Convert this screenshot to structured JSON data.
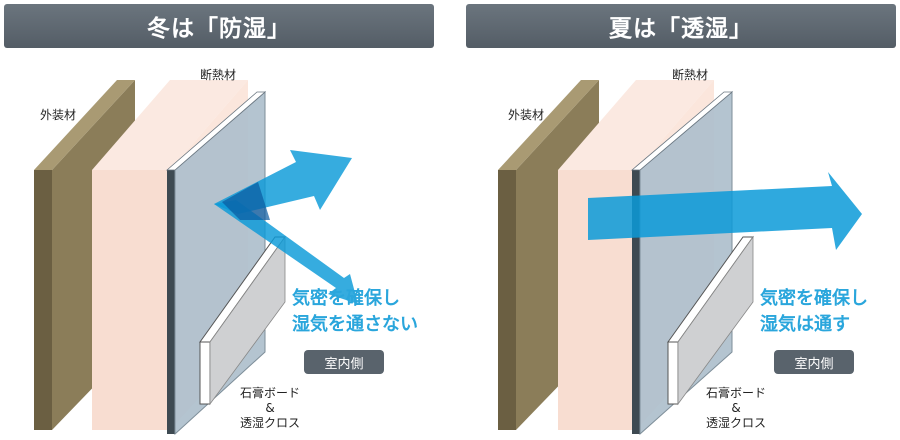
{
  "left_panel": {
    "title": "冬は「防湿」",
    "label_exterior": "外装材",
    "label_insulation": "断熱材",
    "label_board_line1": "石膏ボード",
    "label_board_line2": "&",
    "label_board_line3": "透湿クロス",
    "message_line1": "気密を確保し",
    "message_line2": "湿気を通さない",
    "indoor_label": "室内側"
  },
  "right_panel": {
    "title": "夏は「透湿」",
    "label_exterior": "外装材",
    "label_insulation": "断熱材",
    "label_board_line1": "石膏ボード",
    "label_board_line2": "&",
    "label_board_line3": "透湿クロス",
    "message_line1": "気密を確保し",
    "message_line2": "湿気は通す",
    "indoor_label": "室内側"
  },
  "colors": {
    "banner": "#5e6871",
    "exterior_face": "#8b7d59",
    "insulation": "#fbe6dc",
    "membrane": "#aebfcc",
    "board": "#cfd0d2",
    "arrow": "#0a9ad8",
    "message": "#2aa6dc",
    "pill": "#59636c"
  }
}
